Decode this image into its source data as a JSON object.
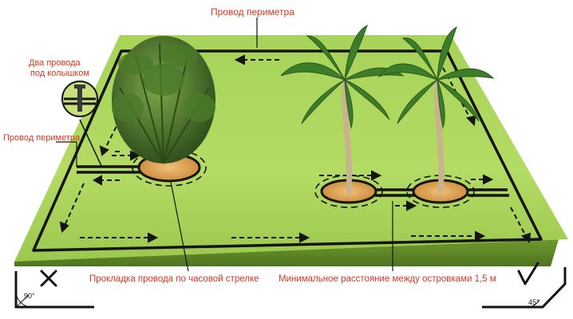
{
  "labels": {
    "perimeter_top": "Провод периметра",
    "two_wires_line1": "Два провода",
    "two_wires_line2": "под колышком",
    "perimeter_left": "Провод периметра",
    "clockwise": "Прокладка провода по часовой стрелке",
    "min_distance": "Минимальное расстояние между островками 1,5 м"
  },
  "corners": {
    "wrong_angle": "90°",
    "right_angle": "45°"
  },
  "colors": {
    "lawn_light": "#b6dd66",
    "lawn_dark": "#86b73b",
    "wire": "#141414",
    "label_red": "#d9361f",
    "island": "#e2a95a",
    "palm_green": "#3d7d2a",
    "trunk": "#c9b38f"
  },
  "icons": {
    "wrong_mark": "x-cross",
    "right_mark": "check-mark",
    "peg_zoom": "two-wires-peg-magnifier"
  }
}
